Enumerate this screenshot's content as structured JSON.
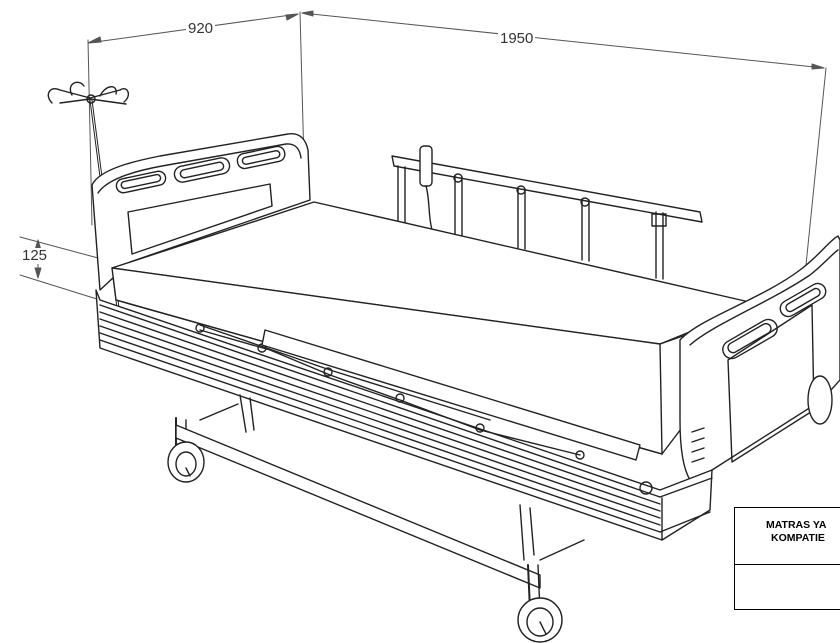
{
  "dimensions": {
    "width": "920",
    "length": "1950",
    "height": "125"
  },
  "table": {
    "line1": "MATRAS YA",
    "line2": "KOMPATIE",
    "line3": ""
  }
}
